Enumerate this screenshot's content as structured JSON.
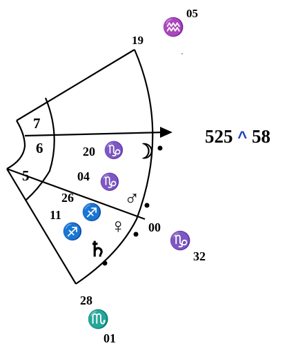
{
  "houses": [
    {
      "number": "7"
    },
    {
      "number": "6"
    },
    {
      "number": "5"
    }
  ],
  "cusps": [
    {
      "degree": "19",
      "sign_glyph": "♒",
      "minutes": "05",
      "sign_name": "aquarius"
    },
    {
      "degree": "20",
      "sign_glyph": "♑",
      "minutes": "",
      "sign_name": "capricorn"
    },
    {
      "degree": "04",
      "sign_glyph": "♑",
      "minutes": "",
      "sign_name": "capricorn"
    },
    {
      "degree": "26",
      "sign_glyph": "♐",
      "minutes": "",
      "sign_name": "sagittarius"
    },
    {
      "degree": "11",
      "sign_glyph": "♐",
      "minutes": "",
      "sign_name": "sagittarius"
    },
    {
      "degree": "00",
      "sign_glyph": "♑",
      "minutes": "32",
      "sign_name": "capricorn"
    },
    {
      "degree": "28",
      "sign_glyph": "♏",
      "minutes": "01",
      "sign_name": "scorpio"
    }
  ],
  "planets": [
    {
      "glyph": "☽",
      "name": "moon"
    },
    {
      "glyph": "♂",
      "name": "mars"
    },
    {
      "glyph": "♀",
      "name": "venus"
    },
    {
      "glyph": "♄",
      "name": "saturn"
    }
  ],
  "side_label": {
    "left": "525",
    "caret": "^",
    "right": "58"
  }
}
